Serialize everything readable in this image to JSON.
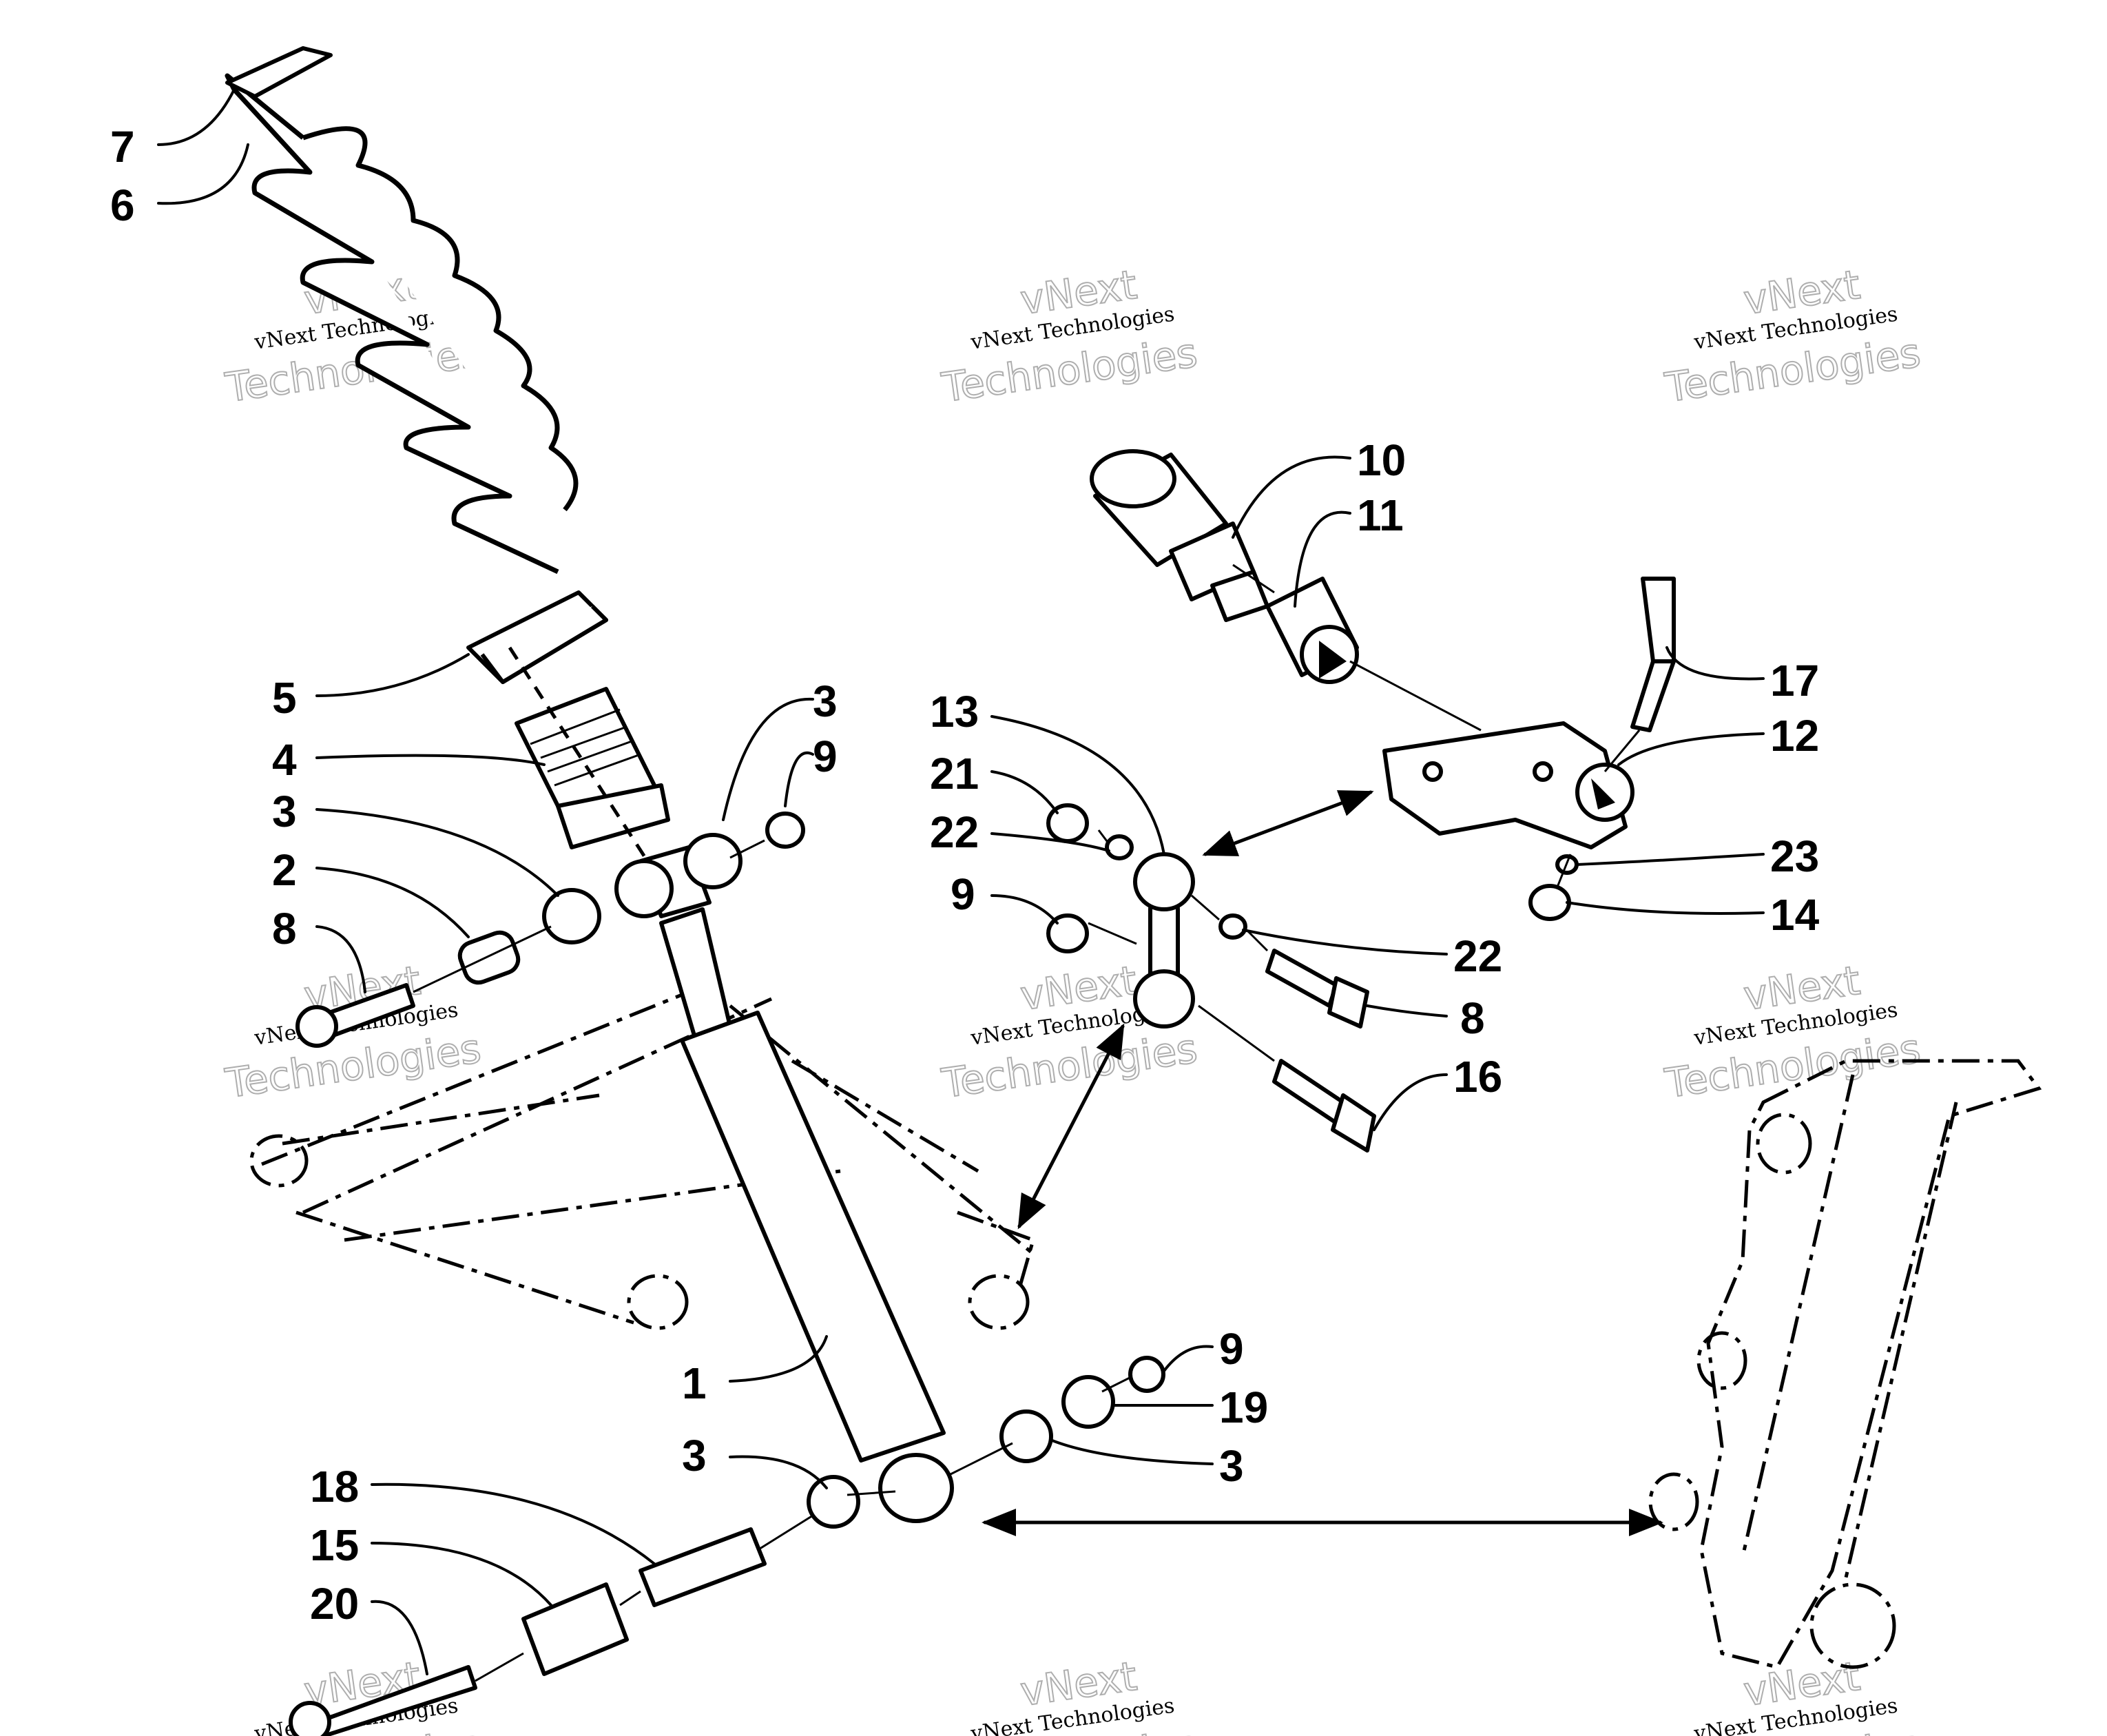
{
  "callouts": [
    {
      "label": "7"
    },
    {
      "label": "6"
    },
    {
      "label": "5"
    },
    {
      "label": "4"
    },
    {
      "label": "3"
    },
    {
      "label": "2"
    },
    {
      "label": "8"
    },
    {
      "label": "3"
    },
    {
      "label": "9"
    },
    {
      "label": "10"
    },
    {
      "label": "11"
    },
    {
      "label": "17"
    },
    {
      "label": "12"
    },
    {
      "label": "13"
    },
    {
      "label": "21"
    },
    {
      "label": "22"
    },
    {
      "label": "9"
    },
    {
      "label": "23"
    },
    {
      "label": "14"
    },
    {
      "label": "22"
    },
    {
      "label": "8"
    },
    {
      "label": "16"
    },
    {
      "label": "9"
    },
    {
      "label": "19"
    },
    {
      "label": "3"
    },
    {
      "label": "1"
    },
    {
      "label": "3"
    },
    {
      "label": "18"
    },
    {
      "label": "15"
    },
    {
      "label": "20"
    }
  ],
  "watermark": {
    "line1": "vNext Technologies",
    "big1": "vNext",
    "big2": "Technologies"
  },
  "colors": {
    "ink": "#000000",
    "paper": "#ffffff",
    "watermark": "#9a9a9a"
  }
}
